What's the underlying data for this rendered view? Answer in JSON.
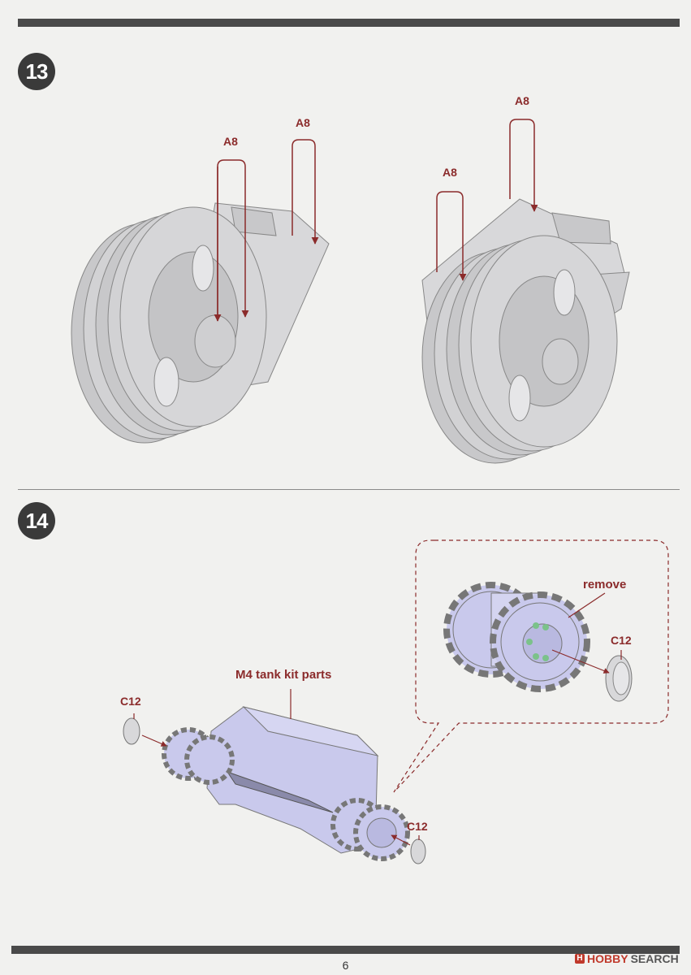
{
  "steps": {
    "step13": {
      "number": "13"
    },
    "step14": {
      "number": "14"
    }
  },
  "labels": {
    "a8_1": "A8",
    "a8_2": "A8",
    "a8_3": "A8",
    "a8_4": "A8",
    "m4_parts": "M4 tank kit parts",
    "c12_left": "C12",
    "c12_bottom": "C12",
    "c12_inset": "C12",
    "remove": "remove"
  },
  "footer": {
    "page_number": "6",
    "watermark_mark": "H",
    "watermark_brand": "HOBBY",
    "watermark_search": "SEARCH"
  },
  "colors": {
    "part_gray": "#cfcfd1",
    "part_lavender": "#c9c9ec",
    "arrow_red": "#8b2b2b",
    "callout_green": "#7bc28a"
  }
}
